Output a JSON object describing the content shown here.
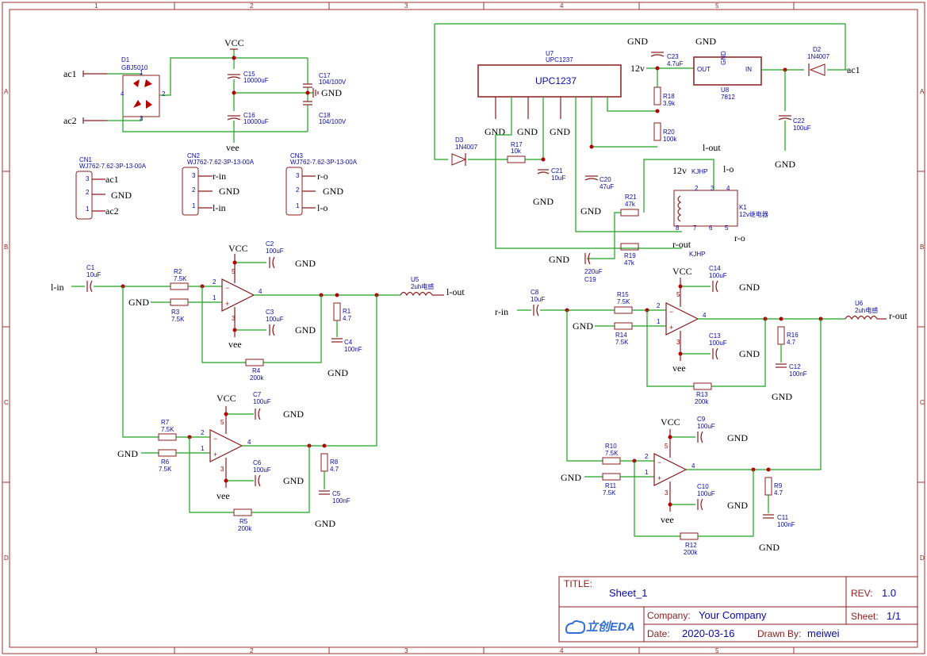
{
  "frame": {
    "cols": [
      "1",
      "2",
      "3",
      "4",
      "5"
    ],
    "rows": [
      "A",
      "B",
      "C",
      "D"
    ]
  },
  "title_block": {
    "title_label": "TITLE:",
    "title": "Sheet_1",
    "rev_label": "REV:",
    "rev": "1.0",
    "company_label": "Company:",
    "company": "Your Company",
    "sheet_label": "Sheet:",
    "sheet": "1/1",
    "date_label": "Date:",
    "date": "2020-03-16",
    "drawn_label": "Drawn By:",
    "drawn": "meiwei",
    "logo": "立创EDA"
  },
  "nets": {
    "vcc": "VCC",
    "vee": "vee",
    "gnd": "GND",
    "ac1": "ac1",
    "ac2": "ac2",
    "lin": "l-in",
    "rin": "r-in",
    "lout": "l-out",
    "rout": "r-out",
    "lo": "l-o",
    "ro": "r-o",
    "v12": "12v"
  },
  "parts": {
    "D1": {
      "ref": "D1",
      "val": "GBJ5010"
    },
    "C15": {
      "ref": "C15",
      "val": "10000uF"
    },
    "C16": {
      "ref": "C16",
      "val": "10000uF"
    },
    "C17": {
      "ref": "C17",
      "val": "104/100V"
    },
    "C18": {
      "ref": "C18",
      "val": "104/100V"
    },
    "CN1": {
      "ref": "CN1",
      "val": "WJ762-7.62-3P-13-00A"
    },
    "CN2": {
      "ref": "CN2",
      "val": "WJ762-7.62-3P-13-00A"
    },
    "CN3": {
      "ref": "CN3",
      "val": "WJ762-7.62-3P-13-00A"
    },
    "U7": {
      "ref": "U7",
      "val": "UPC1237",
      "body": "UPC1237"
    },
    "C23": {
      "ref": "C23",
      "val": "4.7uF"
    },
    "U8": {
      "ref": "U8",
      "val": "7812",
      "in": "IN",
      "out": "OUT",
      "gnd": "GND"
    },
    "D2": {
      "ref": "D2",
      "val": "1N4007"
    },
    "D3": {
      "ref": "D3",
      "val": "1N4007"
    },
    "R17": {
      "ref": "R17",
      "val": "10k"
    },
    "R18": {
      "ref": "R18",
      "val": "3.9k"
    },
    "R20": {
      "ref": "R20",
      "val": "100k"
    },
    "C21": {
      "ref": "C21",
      "val": "10uF"
    },
    "C20": {
      "ref": "C20",
      "val": "47uF"
    },
    "C22": {
      "ref": "C22",
      "val": "100uF"
    },
    "R21": {
      "ref": "R21",
      "val": "47k"
    },
    "R19": {
      "ref": "R19",
      "val": "47k"
    },
    "C19": {
      "ref": "C19",
      "val": "220uF"
    },
    "K1": {
      "ref": "K1",
      "val": "12v继电器",
      "pole": "KJHP"
    },
    "C1": {
      "ref": "C1",
      "val": "10uF"
    },
    "C2": {
      "ref": "C2",
      "val": "100uF"
    },
    "C3": {
      "ref": "C3",
      "val": "100uF"
    },
    "R1": {
      "ref": "R1",
      "val": "4.7"
    },
    "C4": {
      "ref": "C4",
      "val": "100nF"
    },
    "R2": {
      "ref": "R2",
      "val": "7.5K"
    },
    "R3": {
      "ref": "R3",
      "val": "7.5K"
    },
    "R4": {
      "ref": "R4",
      "val": "200k"
    },
    "U5": {
      "ref": "U5",
      "val": "2uh电感"
    },
    "C7": {
      "ref": "C7",
      "val": "100uF"
    },
    "C6": {
      "ref": "C6",
      "val": "100uF"
    },
    "R7": {
      "ref": "R7",
      "val": "7.5K"
    },
    "R6": {
      "ref": "R6",
      "val": "7.5K"
    },
    "R8": {
      "ref": "R8",
      "val": "4.7"
    },
    "C5": {
      "ref": "C5",
      "val": "100nF"
    },
    "R5": {
      "ref": "R5",
      "val": "200k"
    },
    "C8": {
      "ref": "C8",
      "val": "10uF"
    },
    "C14": {
      "ref": "C14",
      "val": "100uF"
    },
    "C13": {
      "ref": "C13",
      "val": "100uF"
    },
    "R15": {
      "ref": "R15",
      "val": "7.5K"
    },
    "R14": {
      "ref": "R14",
      "val": "7.5K"
    },
    "R16": {
      "ref": "R16",
      "val": "4.7"
    },
    "C12": {
      "ref": "C12",
      "val": "100nF"
    },
    "R13": {
      "ref": "R13",
      "val": "200k"
    },
    "U6": {
      "ref": "U6",
      "val": "2uh电感"
    },
    "C9": {
      "ref": "C9",
      "val": "100uF"
    },
    "C10": {
      "ref": "C10",
      "val": "100uF"
    },
    "R10": {
      "ref": "R10",
      "val": "7.5K"
    },
    "R11": {
      "ref": "R11",
      "val": "7.5K"
    },
    "R9": {
      "ref": "R9",
      "val": "4.7"
    },
    "C11": {
      "ref": "C11",
      "val": "100nF"
    },
    "R12": {
      "ref": "R12",
      "val": "200k"
    }
  },
  "colors": {
    "wire": "#1fa21f",
    "part": "#8c1c1c",
    "label": "#0a0aa8",
    "frame": "#a0302c"
  }
}
